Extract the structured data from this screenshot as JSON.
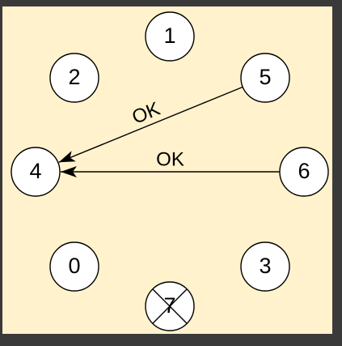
{
  "colors": {
    "frame": "#3a3a3a",
    "panel": "#fff2cc",
    "node_fill": "#ffffff",
    "stroke": "#000000"
  },
  "nodes": [
    {
      "id": "1",
      "label": "1",
      "crossed": false
    },
    {
      "id": "2",
      "label": "2",
      "crossed": false
    },
    {
      "id": "5",
      "label": "5",
      "crossed": false
    },
    {
      "id": "4",
      "label": "4",
      "crossed": false
    },
    {
      "id": "6",
      "label": "6",
      "crossed": false
    },
    {
      "id": "0",
      "label": "0",
      "crossed": false
    },
    {
      "id": "3",
      "label": "3",
      "crossed": false
    },
    {
      "id": "7",
      "label": "7",
      "crossed": true
    }
  ],
  "edges": [
    {
      "from": "5",
      "to": "4",
      "label": "OK"
    },
    {
      "from": "6",
      "to": "4",
      "label": "OK"
    }
  ]
}
